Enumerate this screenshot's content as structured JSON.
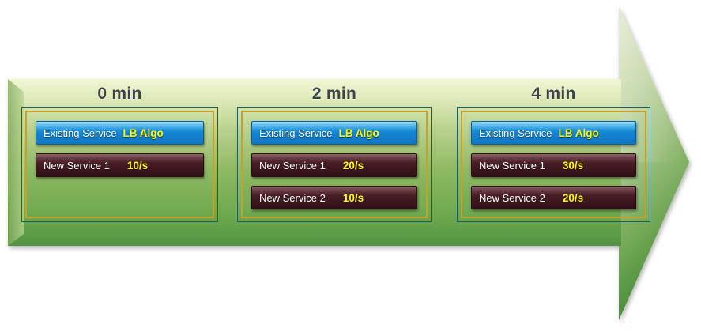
{
  "diagram": {
    "title_shape": "right-arrow-process",
    "arrow": {
      "name": "timeline-arrow",
      "body_fill_top": "#eef3c9",
      "body_fill_mid": "#8cb55e",
      "body_fill_bottom": "#4f9140",
      "head_fill_top": "#d5e2bb",
      "head_fill_bottom": "#3f8a36"
    },
    "colors": {
      "label_text": "#3b434b",
      "box_border_outer": "#1f5f63",
      "box_border_inner": "#c8a02a",
      "existing_service_bar": "#1283d1",
      "new_service_bar": "#431a21",
      "value_text": "#ffff00",
      "name_text": "#ffffff"
    }
  },
  "stages": [
    {
      "label": "0 min",
      "bars": [
        {
          "type": "existing",
          "name": "Existing Service",
          "value": "LB Algo"
        },
        {
          "type": "new",
          "name": "New Service 1",
          "value": "10/s"
        }
      ]
    },
    {
      "label": "2 min",
      "bars": [
        {
          "type": "existing",
          "name": "Existing Service",
          "value": "LB Algo"
        },
        {
          "type": "new",
          "name": "New Service 1",
          "value": "20/s"
        },
        {
          "type": "new",
          "name": "New Service 2",
          "value": "10/s"
        }
      ]
    },
    {
      "label": "4 min",
      "bars": [
        {
          "type": "existing",
          "name": "Existing Service",
          "value": "LB Algo"
        },
        {
          "type": "new",
          "name": "New Service 1",
          "value": "30/s"
        },
        {
          "type": "new",
          "name": "New Service 2",
          "value": "20/s"
        }
      ]
    }
  ]
}
